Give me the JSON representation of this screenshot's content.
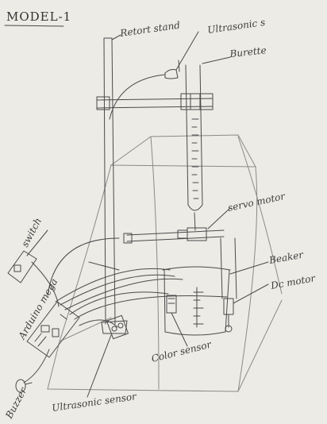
{
  "title": "MODEL-1",
  "labels": {
    "retort_stand": "Retort stand",
    "ultrasonic_top": "Ultrasonic s",
    "burette": "Burette",
    "servo_motor": "servo motor",
    "switch": "switch",
    "beaker": "Beaker",
    "dc_motor": "Dc motor",
    "arduino": "Arduino mega",
    "color_sensor": "Color sensor",
    "buzzer": "Buzzer",
    "ultrasonic_bottom": "Ultrasonic sensor"
  }
}
